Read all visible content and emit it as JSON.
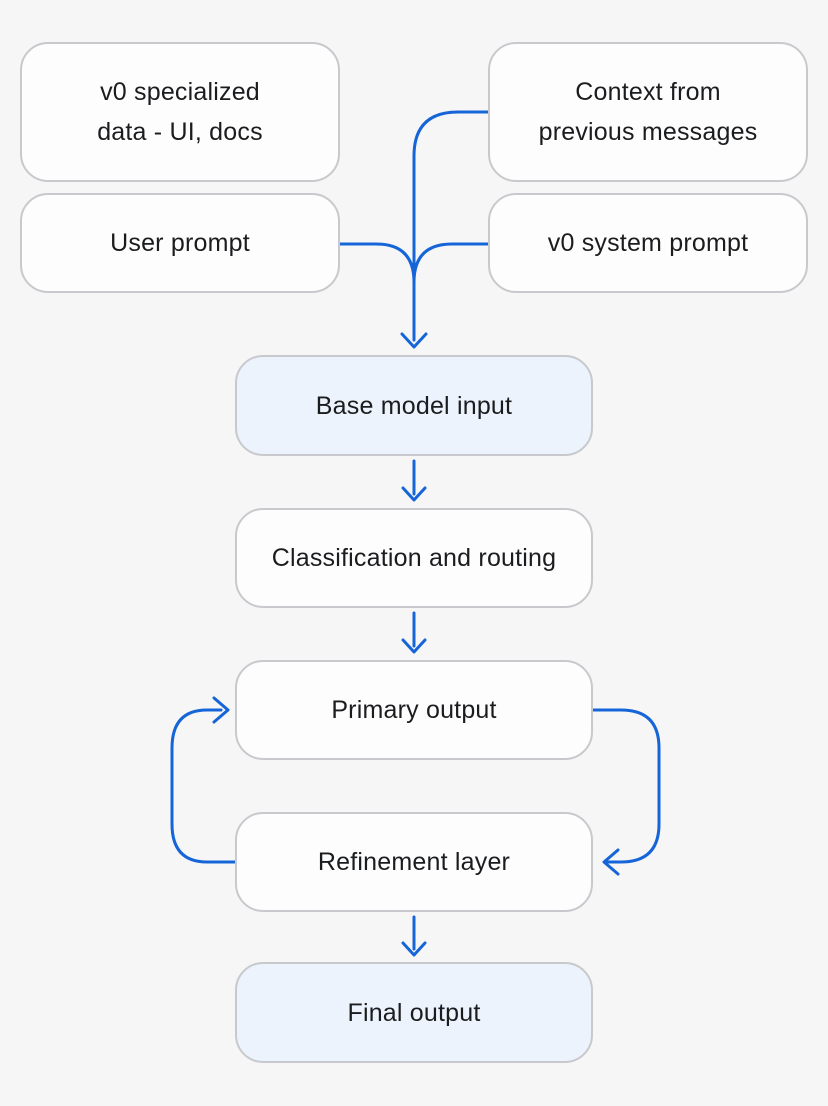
{
  "diagram": {
    "type": "flowchart",
    "nodes": {
      "v0_data": {
        "label": "v0 specialized data - UI, docs",
        "accent": false
      },
      "context_previous": {
        "label": "Context from previous messages",
        "accent": false
      },
      "user_prompt": {
        "label": "User prompt",
        "accent": false
      },
      "v0_system_prompt": {
        "label": "v0 system prompt",
        "accent": false
      },
      "base_model_input": {
        "label": "Base model input",
        "accent": true
      },
      "classification_routing": {
        "label": "Classification and routing",
        "accent": false
      },
      "primary_output": {
        "label": "Primary output",
        "accent": false
      },
      "refinement_layer": {
        "label": "Refinement layer",
        "accent": false
      },
      "final_output": {
        "label": "Final output",
        "accent": true
      }
    },
    "edges": [
      {
        "from": "context_previous",
        "to": "base_model_input"
      },
      {
        "from": "user_prompt",
        "to": "base_model_input"
      },
      {
        "from": "v0_system_prompt",
        "to": "base_model_input"
      },
      {
        "from": "base_model_input",
        "to": "classification_routing"
      },
      {
        "from": "classification_routing",
        "to": "primary_output"
      },
      {
        "from": "primary_output",
        "to": "refinement_layer"
      },
      {
        "from": "refinement_layer",
        "to": "primary_output"
      },
      {
        "from": "refinement_layer",
        "to": "final_output"
      }
    ]
  },
  "theme": {
    "background": "#f6f6f7",
    "node_fill": "#fdfdfe",
    "accent_fill": "#ecf3fc",
    "node_border": "#c7c9cc",
    "arrow": "#1565d8",
    "text": "#1b1c1e"
  }
}
